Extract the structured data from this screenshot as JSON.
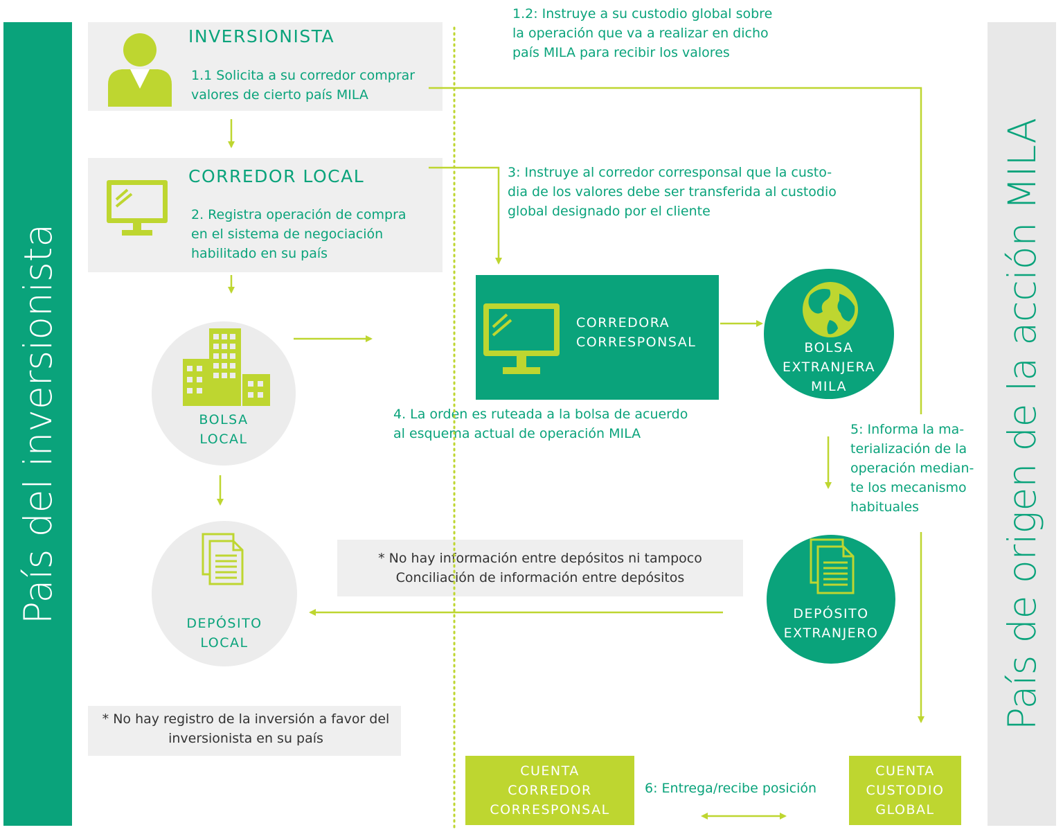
{
  "left_banner": "País del inversionista",
  "right_banner": "País de origen de la acción MILA",
  "inversionista": {
    "title": "INVERSIONISTA",
    "step": "1.1 Solicita a su corredor comprar valores de cierto país MILA",
    "step_lines": [
      "1.1 Solicita a su corredor comprar",
      "valores de cierto país MILA"
    ]
  },
  "step_1_2": [
    "1.2: Instruye a su custodio global sobre",
    "la operación que va a realizar en dicho",
    "país MILA para recibir los valores"
  ],
  "corredor_local": {
    "title": "CORREDOR LOCAL",
    "step_lines": [
      "2. Registra operación de compra",
      "en el sistema de negociación",
      "habilitado en su país"
    ]
  },
  "step_3": [
    "3: Instruye al corredor corresponsal que la custo-",
    "dia de los valores debe ser transferida al custodio",
    "global designado por el cliente"
  ],
  "corredora_corresponsal": [
    "CORREDORA",
    "CORRESPONSAL"
  ],
  "bolsa_extranjera": [
    "BOLSA",
    "EXTRANJERA",
    "MILA"
  ],
  "bolsa_local": [
    "BOLSA",
    "LOCAL"
  ],
  "step_4": [
    "4. La orden es ruteada a la bolsa de acuerdo",
    "al esquema actual de operación MILA"
  ],
  "step_5": [
    "5: Informa la ma-",
    "terialización de la",
    "operación median-",
    "te los mecanismo",
    "habituales"
  ],
  "note_depositos": [
    "* No hay información entre depósitos ni tampoco",
    "Conciliación de información entre depósitos"
  ],
  "deposito_local": [
    "DEPÓSITO",
    "LOCAL"
  ],
  "deposito_extranjero": [
    "DEPÓSITO",
    "EXTRANJERO"
  ],
  "note_registro": [
    "* No hay registro de la inversión a favor del",
    "inversionista en su país"
  ],
  "cuenta_corredor": [
    "CUENTA",
    "CORREDOR",
    "CORRESPONSAL"
  ],
  "cuenta_custodio": [
    "CUENTA",
    "CUSTODIO",
    "GLOBAL"
  ],
  "step_6": "6: Entrega/recibe posición",
  "colors": {
    "green": "#0aa37b",
    "lime": "#bed630",
    "grey": "#efefef"
  },
  "icons": [
    "person-icon",
    "monitor-icon",
    "buildings-icon",
    "globe-icon",
    "document-icon"
  ]
}
